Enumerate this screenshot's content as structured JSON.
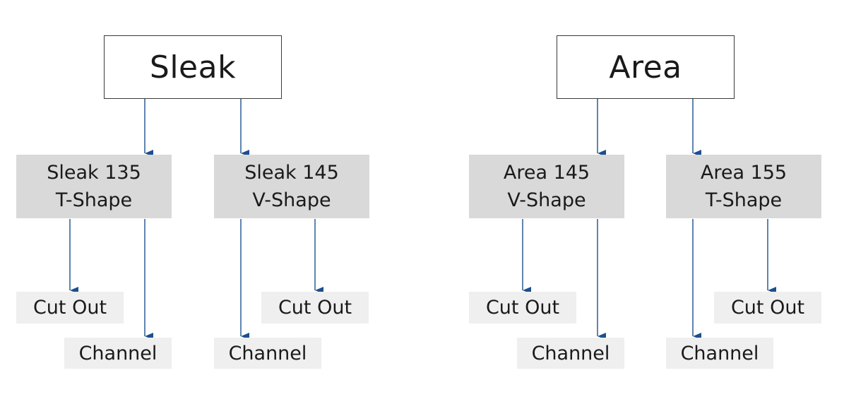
{
  "colors": {
    "arrow": "#1c4f8f",
    "model_box": "#d9d9d9",
    "leaf_box": "#efefef",
    "root_border": "#3a3a3a"
  },
  "trees": [
    {
      "root": "Sleak",
      "models": [
        {
          "line1": "Sleak 135",
          "line2": "T-Shape",
          "cut_out": "Cut Out",
          "channel": "Channel"
        },
        {
          "line1": "Sleak 145",
          "line2": "V-Shape",
          "cut_out": "Cut Out",
          "channel": "Channel"
        }
      ]
    },
    {
      "root": "Area",
      "models": [
        {
          "line1": "Area 145",
          "line2": "V-Shape",
          "cut_out": "Cut Out",
          "channel": "Channel"
        },
        {
          "line1": "Area 155",
          "line2": "T-Shape",
          "cut_out": "Cut Out",
          "channel": "Channel"
        }
      ]
    }
  ]
}
